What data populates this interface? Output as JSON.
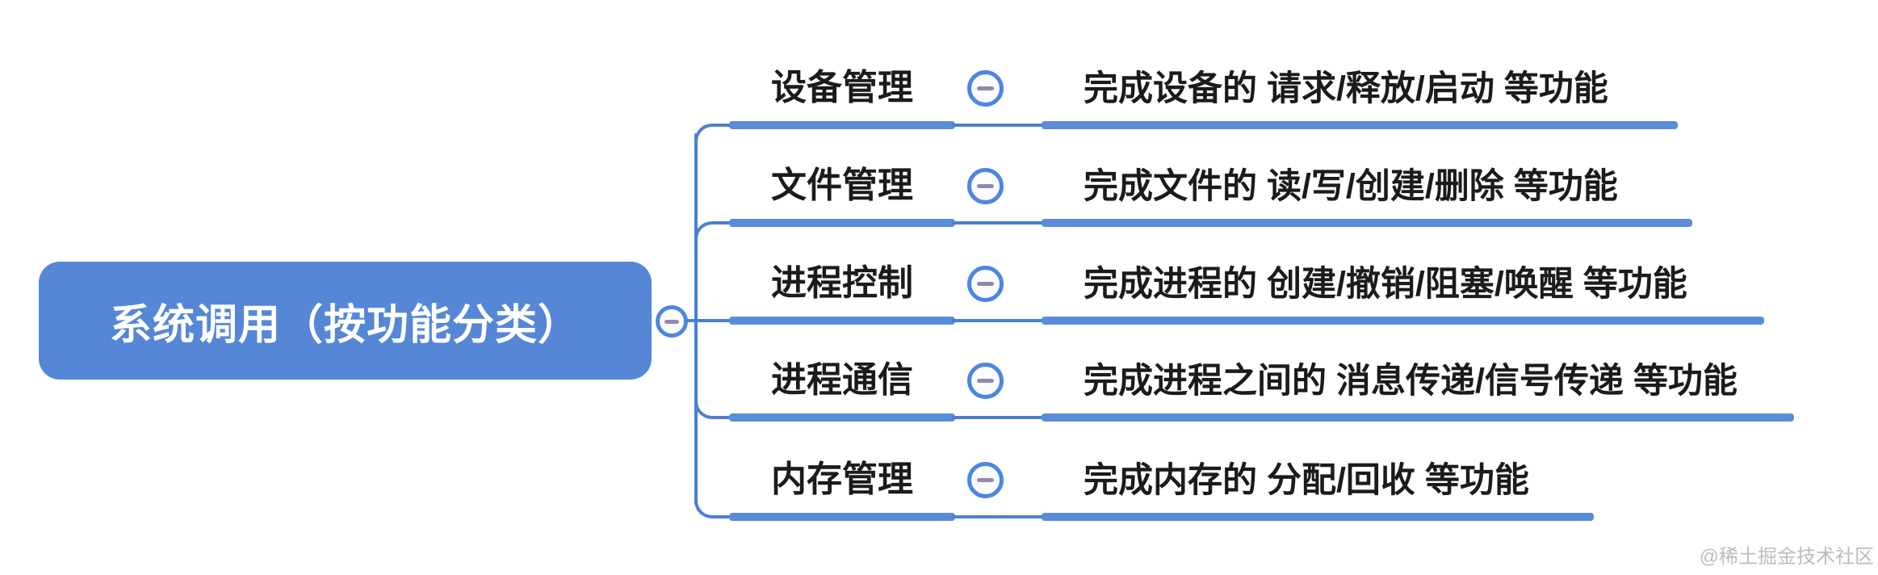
{
  "diagram": {
    "type": "mindmap",
    "root": {
      "label": "系统调用（按功能分类）"
    },
    "branches": [
      {
        "label": "设备管理",
        "detail": "完成设备的 请求/释放/启动 等功能"
      },
      {
        "label": "文件管理",
        "detail": "完成文件的 读/写/创建/删除 等功能"
      },
      {
        "label": "进程控制",
        "detail": "完成进程的 创建/撤销/阻塞/唤醒 等功能"
      },
      {
        "label": "进程通信",
        "detail": "完成进程之间的 消息传递/信号传递 等功能"
      },
      {
        "label": "内存管理",
        "detail": "完成内存的 分配/回收 等功能"
      }
    ],
    "icons": {
      "collapse": "minus-icon"
    }
  },
  "watermark": {
    "text": "@稀土掘金技术社区"
  },
  "colors": {
    "node-fill": "#5587d6",
    "bar": "#5b8cd8",
    "line": "#4a80d3",
    "ring": "#4c86e4",
    "ring-fill": "#fbfbfd",
    "minus": "#9188ae",
    "text": "#1b1b1b",
    "watermark": "#bdbdbd"
  }
}
